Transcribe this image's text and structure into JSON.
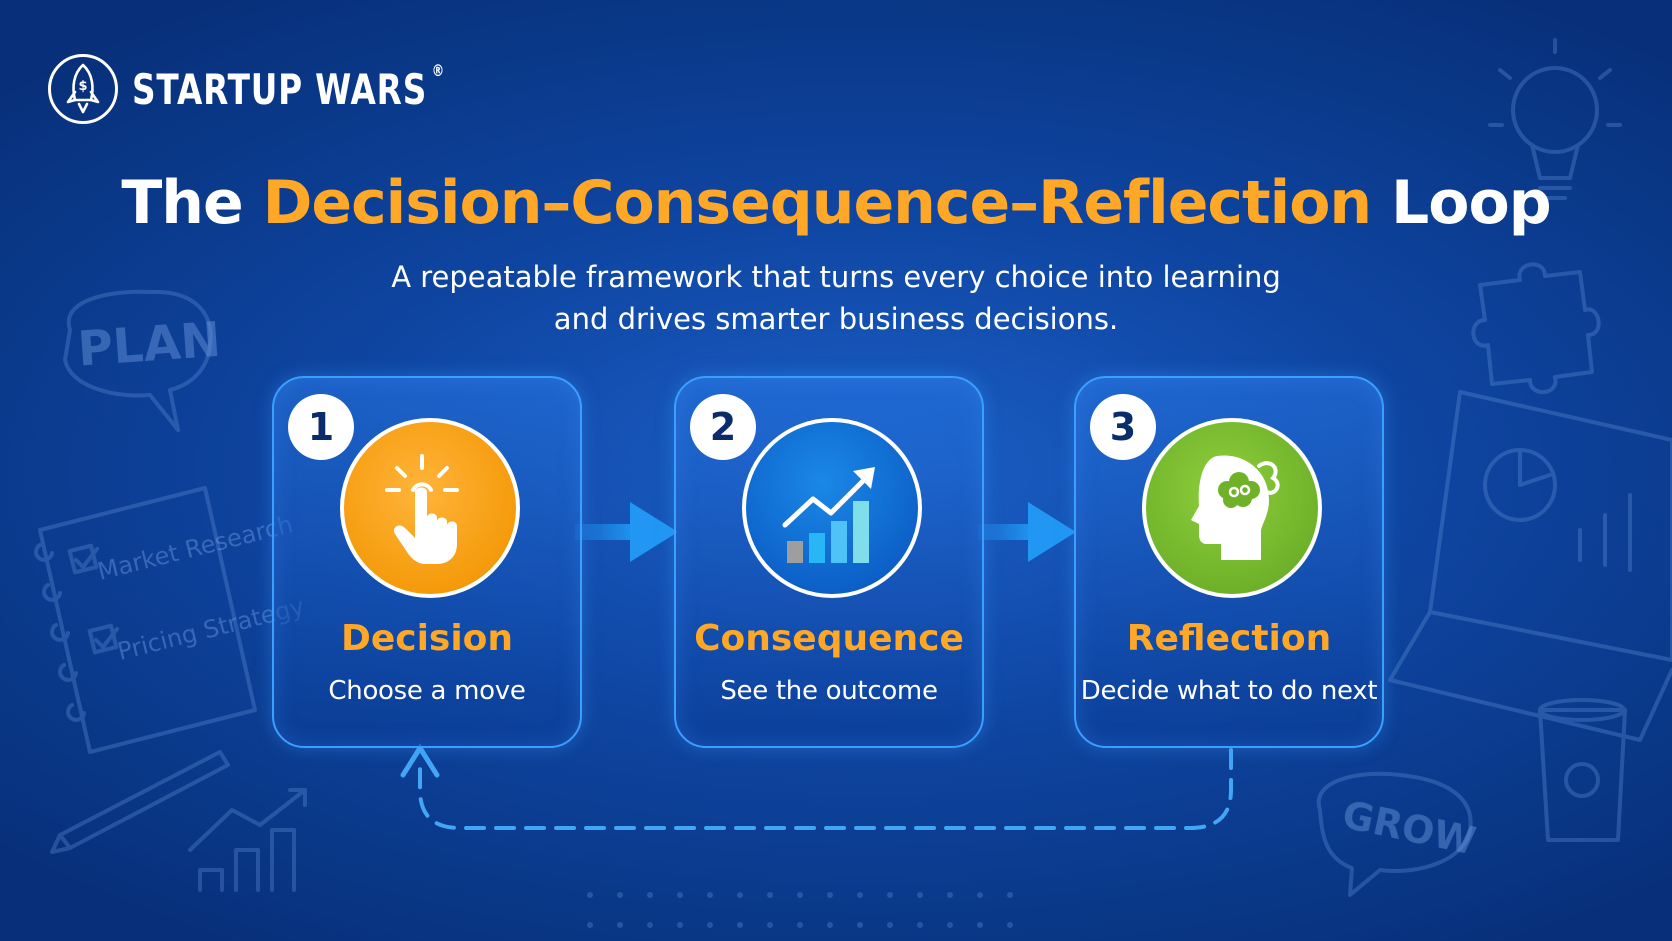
{
  "brand": {
    "name": "STARTUP WARS",
    "reg": "®",
    "icon": "rocket-dollar-icon"
  },
  "title": {
    "part1": "The",
    "part2": "Decision–Consequence–Reflection",
    "part3": "Loop"
  },
  "subtitle": {
    "line1": "A repeatable framework that turns every choice into learning",
    "line2": "and drives smarter business decisions."
  },
  "steps": [
    {
      "number": "1",
      "title": "Decision",
      "subtitle": "Choose a move",
      "icon": "pointer-hand-icon",
      "color": "#f59b0c"
    },
    {
      "number": "2",
      "title": "Consequence",
      "subtitle": "See the outcome",
      "icon": "growth-chart-icon",
      "color": "#0d62c9"
    },
    {
      "number": "3",
      "title": "Reflection",
      "subtitle": "Decide what to do next",
      "icon": "thinking-head-icon",
      "color": "#6fb22a"
    }
  ],
  "decor": {
    "plan_bubble": "PLAN",
    "grow_bubble": "GROW",
    "notebook_item1": "Market Research",
    "notebook_item2": "Pricing Strategy"
  },
  "colors": {
    "accent": "#ffa726",
    "background": "#0f46a3",
    "card_border": "#3aa0ff",
    "arrow": "#2196f3"
  }
}
